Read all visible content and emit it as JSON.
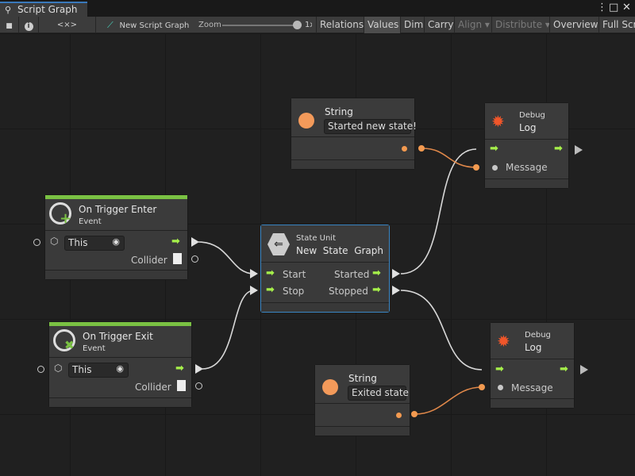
{
  "window": {
    "tab_title": "Script Graph"
  },
  "toolbar": {
    "lock": "🔒",
    "info": "i",
    "code": "<×>",
    "graph_name": "New Script Graph",
    "zoom_label": "Zoom",
    "zoom_value": "1x",
    "zoom_fraction": 1.0,
    "buttons": [
      {
        "label": "Relations"
      },
      {
        "label": "Values",
        "active": true
      },
      {
        "label": "Dim"
      },
      {
        "label": "Carry"
      },
      {
        "label": "Align ▾",
        "disabled": true
      },
      {
        "label": "Distribute ▾",
        "disabled": true
      },
      {
        "label": "Overview"
      },
      {
        "label": "Full Scr"
      }
    ]
  },
  "colors": {
    "flow": "#a6f04a",
    "string": "#f39a50",
    "event_bar": "#7ac143",
    "selected": "#3a86c4",
    "debug_icon": "#f0562a"
  },
  "nodes": {
    "string1": {
      "title": "String",
      "value": "Started new state!"
    },
    "string2": {
      "title": "String",
      "value": "Exited state"
    },
    "log1": {
      "category": "Debug",
      "title": "Log",
      "port": "Message"
    },
    "log2": {
      "category": "Debug",
      "title": "Log",
      "port": "Message"
    },
    "enter": {
      "title": "On Trigger Enter",
      "subtitle": "Event",
      "target": "This",
      "output": "Collider"
    },
    "exit": {
      "title": "On Trigger Exit",
      "subtitle": "Event",
      "target": "This",
      "output": "Collider"
    },
    "state": {
      "category": "State Unit",
      "title": "New  State  Graph",
      "in1": "Start",
      "in2": "Stop",
      "out1": "Started",
      "out2": "Stopped"
    }
  }
}
